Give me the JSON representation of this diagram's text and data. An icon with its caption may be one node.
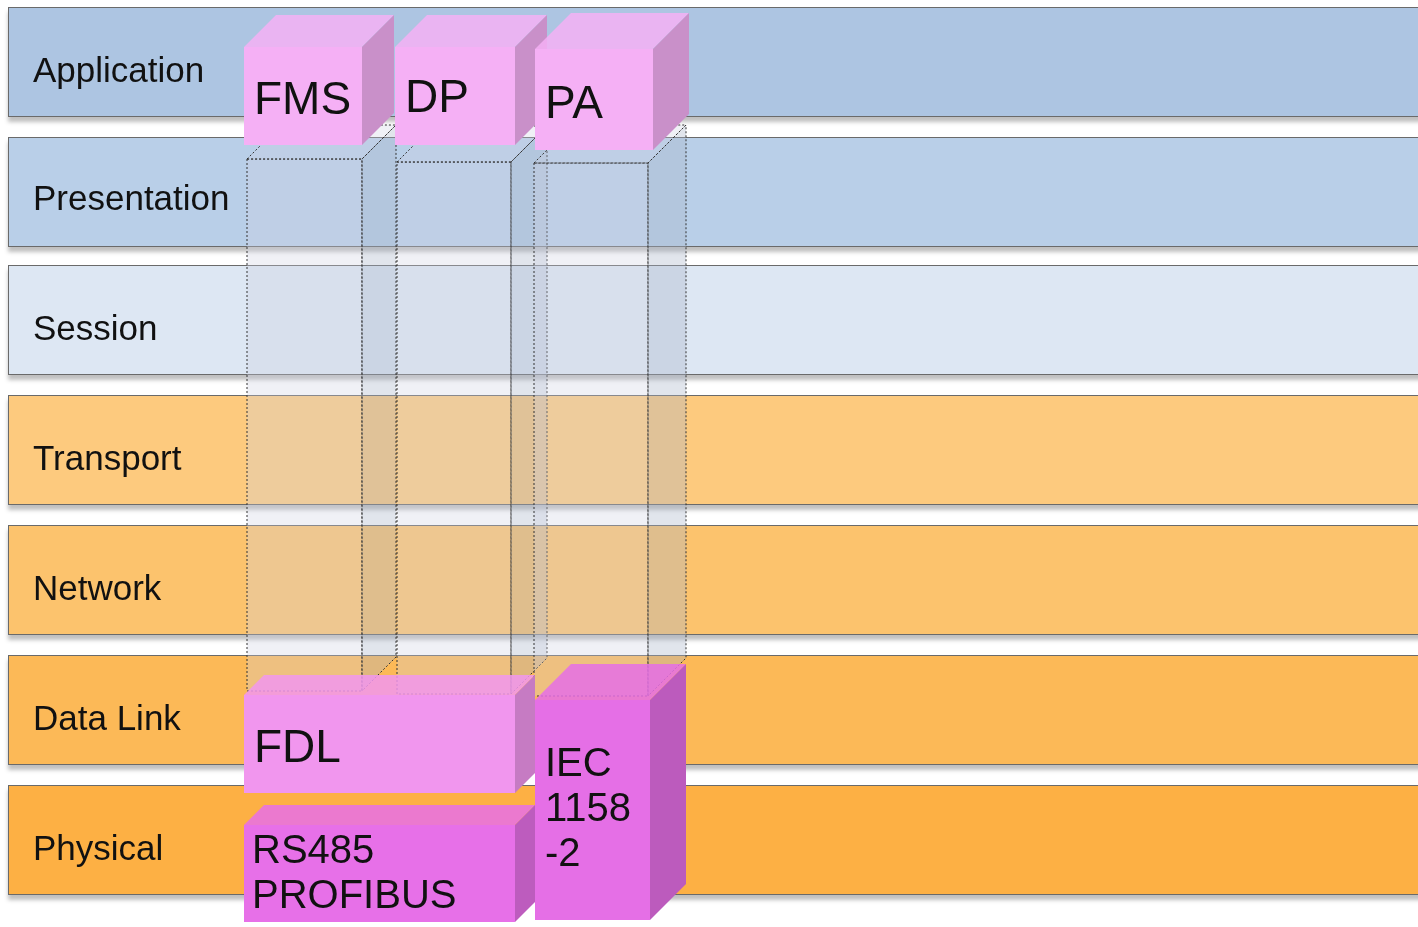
{
  "diagram": {
    "nodes": [
      {
        "text": [
          "Application"
        ]
      },
      {
        "text": [
          "Presentation"
        ]
      },
      {
        "text": [
          "Session"
        ]
      },
      {
        "text": [
          "Transport"
        ]
      },
      {
        "text": [
          "Network"
        ]
      },
      {
        "text": [
          "Data Link"
        ]
      },
      {
        "text": [
          "Physical"
        ]
      },
      {
        "text": [
          "FMS"
        ]
      },
      {
        "text": [
          "DP"
        ]
      },
      {
        "text": [
          "PA"
        ]
      },
      {
        "text": [
          "FDL"
        ]
      },
      {
        "text": [
          "RS485 PROFIBUS"
        ]
      },
      {
        "text": [
          "IEC 1158 -2"
        ]
      }
    ],
    "edges": []
  }
}
